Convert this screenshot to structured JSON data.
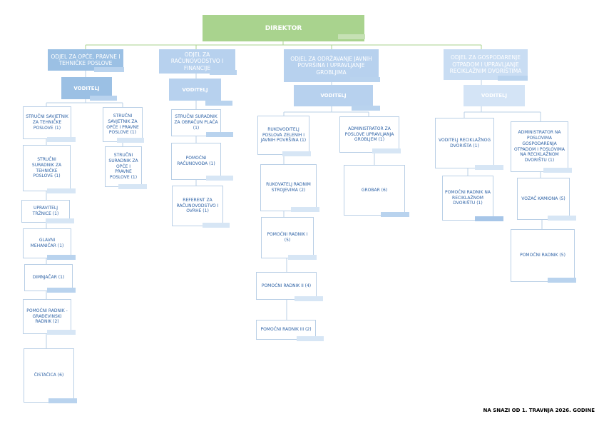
{
  "director": {
    "label": "DIREKTOR"
  },
  "departments": [
    {
      "name": "ODJEL ZA OPĆE, PRAVNE I TEHNIČKE POSLOVE",
      "head": "VODITELJ"
    },
    {
      "name": "ODJEL ZA RAČUNOVODSTVO I FINANCIJE",
      "head": "VODITELJ"
    },
    {
      "name": "ODJEL ZA ODRŽAVANJE JAVNIH POVRŠINA I UPRAVLJANJE GROBLJIMA",
      "head": "VODITELJ"
    },
    {
      "name": "ODJEL ZA GOSPODARENJE OTPADOM I UPRAVLJANJE RECIKLAŽNIM DVORIŠTIMA",
      "head": "VODITELJ"
    }
  ],
  "positions": {
    "d1_left": [
      "STRUČNI SAVJETNIK ZA TEHNIČKE POSLOVE (1)",
      "STRUČNI SURADNIK ZA TEHNIČKE POSLOVE (1)",
      "UPRAVITELJ TRŽNICE (1)",
      "GLAVNI MEHANIČAR (1)",
      "DIMNJAČAR (1)",
      "POMOĆNI RADNIK - GRAĐEVINSKI RADNIK (2)",
      "ČISTAČICA (6)"
    ],
    "d1_right": [
      "STRUČNI SAVJETNIK ZA OPĆE I PRAVNE POSLOVE (1)",
      "STRUČNI SURADNIK ZA OPĆE I PRAVNE POSLOVE (1)"
    ],
    "d2": [
      "STRUČNI SURADNIK ZA OBRAČUN PLAĆA (1)",
      "POMOĆNI RAČUNOVOĐA (1)",
      "REFERENT ZA RAČUNOVODSTVO I OVRHE (1)"
    ],
    "d3_left": [
      "RUKOVODITELJ POSLOVA ZELENIH I JAVNIH POVRŠINA (1)",
      "RUKOVATELJ RADNIM STROJEVIMA (2)",
      "POMOĆNI RADNIK I (5)",
      "POMOĆNI RADNIK II (4)",
      "POMOĆNI RADNIK III (2)"
    ],
    "d3_right": [
      "ADMINISTRATOR ZA POSLOVE UPRAVLJANJA GROBLJEM (1)",
      "GROBAR (6)"
    ],
    "d4_left": [
      "VODITELJ RECIKLAŽNOG DVORIŠTA (1)",
      "POMOĆNI RADNIK NA RECIKLAŽNOM DVORIŠTU (1)"
    ],
    "d4_right": [
      "ADMINISTRATOR NA POSLOVIMA GOSPODARENJA OTPADOM I POSLOVIMA NA RECIKLAŽNOM DVORIŠTU (1)",
      "VOZAČ KAMIONA (5)",
      "POMOĆNI RADNIK (5)"
    ]
  },
  "footer": {
    "note": "NA SNAZI OD 1. TRAVNJA 2026. GODINE"
  }
}
